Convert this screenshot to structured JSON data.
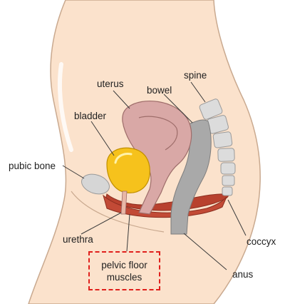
{
  "diagram": {
    "labels": {
      "uterus": "uterus",
      "bowel": "bowel",
      "spine": "spine",
      "bladder": "bladder",
      "pubic_bone": "pubic bone",
      "urethra": "urethra",
      "pelvic_floor_line1": "pelvic floor",
      "pelvic_floor_line2": "muscles",
      "coccyx": "coccyx",
      "anus": "anus"
    },
    "colors": {
      "skin": "#fbe2cc",
      "skin_outline": "#c9a98f",
      "uterus": "#d9a8a6",
      "bladder": "#f6c21c",
      "bowel": "#a9a9a9",
      "spine": "#dcdcdc",
      "pubic_bone": "#d6d6d6",
      "muscle": "#b8412e",
      "highlight_border": "#e0201c"
    }
  }
}
